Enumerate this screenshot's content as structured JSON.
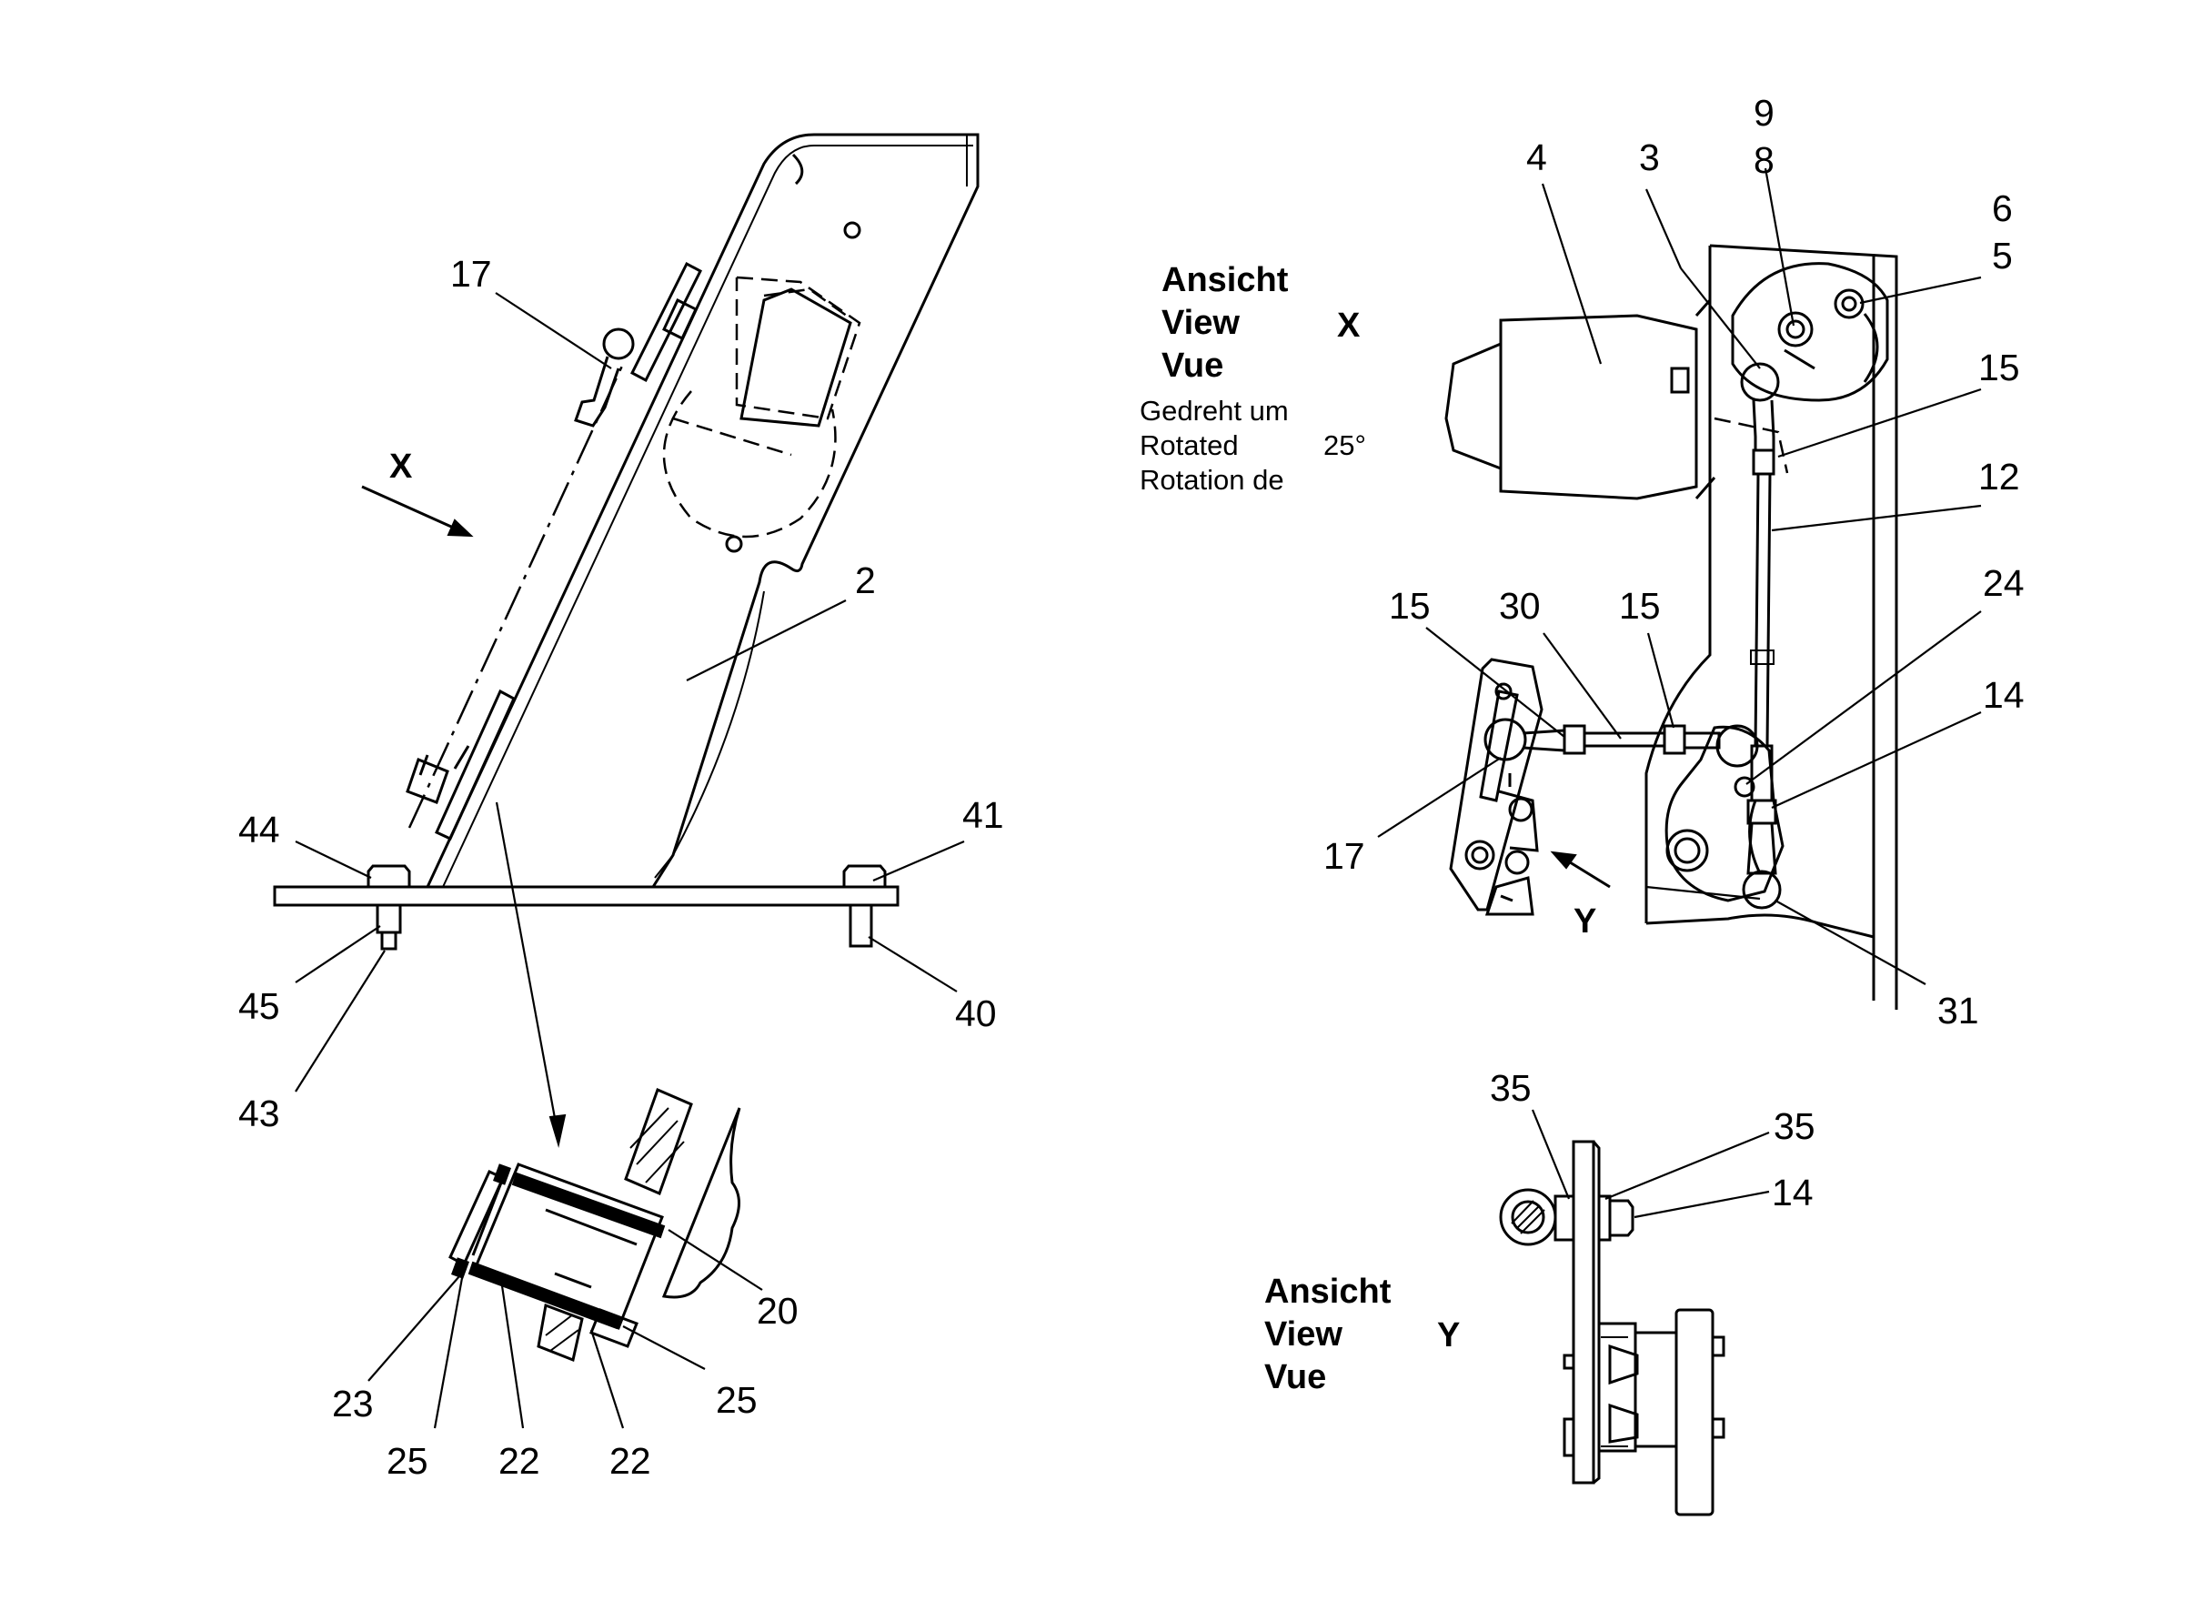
{
  "view_x": {
    "ansicht": "Ansicht",
    "view": "View",
    "vue": "Vue",
    "letter": "X",
    "gedreht": "Gedreht um",
    "rotated": "Rotated",
    "rotation": "Rotation de",
    "angle": "25°"
  },
  "view_y": {
    "ansicht": "Ansicht",
    "view": "View",
    "vue": "Vue",
    "letter": "Y"
  },
  "arrows": {
    "x": "X",
    "y": "Y"
  },
  "callouts": {
    "left": {
      "c17": "17",
      "c2": "2",
      "c44": "44",
      "c41": "41",
      "c45": "45",
      "c40": "40",
      "c43": "43"
    },
    "detail": {
      "c20": "20",
      "c25a": "25",
      "c23": "23",
      "c25b": "25",
      "c22a": "22",
      "c22b": "22"
    },
    "right": {
      "c9": "9",
      "c8": "8",
      "c4": "4",
      "c3": "3",
      "c6": "6",
      "c5": "5",
      "c15a": "15",
      "c12": "12",
      "c15b": "15",
      "c30": "30",
      "c15c": "15",
      "c24": "24",
      "c14": "14",
      "c17": "17",
      "c31": "31"
    },
    "view_y": {
      "c35a": "35",
      "c35b": "35",
      "c14": "14"
    }
  }
}
